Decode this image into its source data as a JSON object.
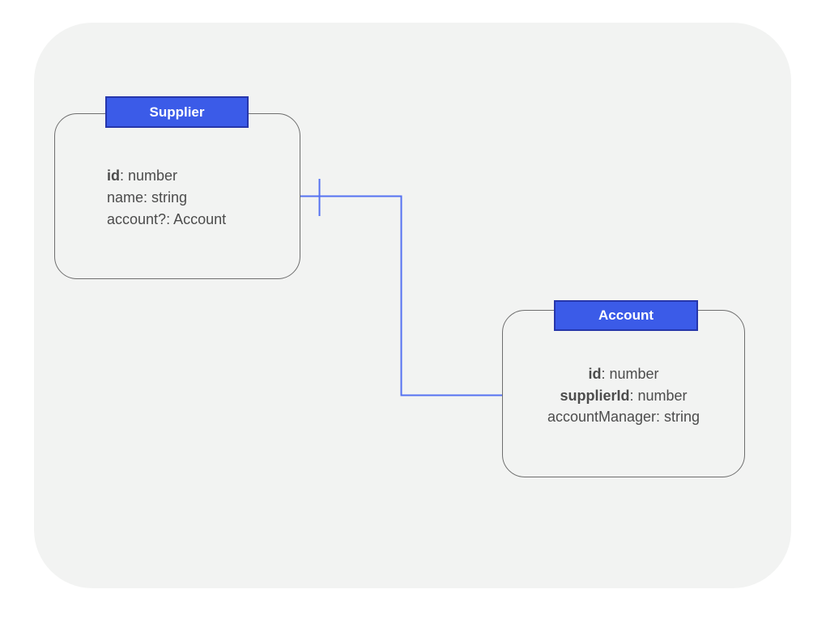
{
  "diagram": {
    "entities": [
      {
        "name": "Supplier",
        "fields": [
          {
            "name": "id",
            "type": "number",
            "key": true
          },
          {
            "name": "name",
            "type": "string",
            "key": false
          },
          {
            "name": "account?",
            "type": "Account",
            "key": false
          }
        ]
      },
      {
        "name": "Account",
        "fields": [
          {
            "name": "id",
            "type": "number",
            "key": true
          },
          {
            "name": "supplierId",
            "type": "number",
            "key": true
          },
          {
            "name": "accountManager",
            "type": "string",
            "key": false
          }
        ]
      }
    ],
    "relationship": {
      "from": "Supplier",
      "to": "Account",
      "cardinality": "one"
    }
  },
  "colors": {
    "page_bg": "#ffffff",
    "panel_bg": "#f2f3f2",
    "entity_border": "#6e6e6e",
    "header_fill": "#3b5be8",
    "header_border": "#2636ab",
    "header_text": "#ffffff",
    "field_text": "#4c4c4c",
    "connector": "#5470f1"
  }
}
